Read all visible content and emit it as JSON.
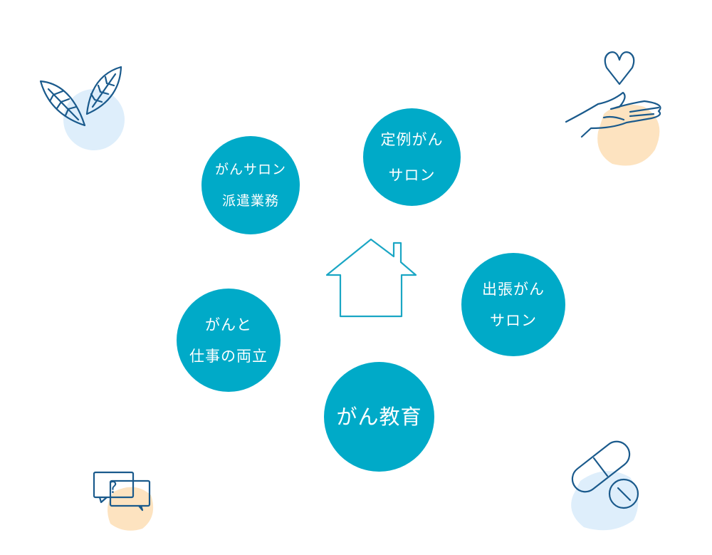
{
  "services": [
    {
      "id": "salon-dispatch",
      "lines": [
        "がんサロン",
        "派遣業務"
      ]
    },
    {
      "id": "regular-salon",
      "lines": [
        "定例がん",
        "サロン"
      ]
    },
    {
      "id": "mobile-salon",
      "lines": [
        "出張がん",
        "サロン"
      ]
    },
    {
      "id": "work-balance",
      "lines": [
        "がんと",
        "仕事の両立"
      ]
    },
    {
      "id": "education",
      "lines": [
        "がん教育"
      ]
    }
  ],
  "colors": {
    "bubble": "#00aac8",
    "house": "#1aa6c4",
    "icon_stroke": "#1a5a8c",
    "blob_blue": "#deeefb",
    "blob_orange": "#fde3c0"
  },
  "icons": [
    "leaves-icon",
    "heart-hand-icon",
    "question-chat-icon",
    "pill-icon",
    "house-icon"
  ]
}
